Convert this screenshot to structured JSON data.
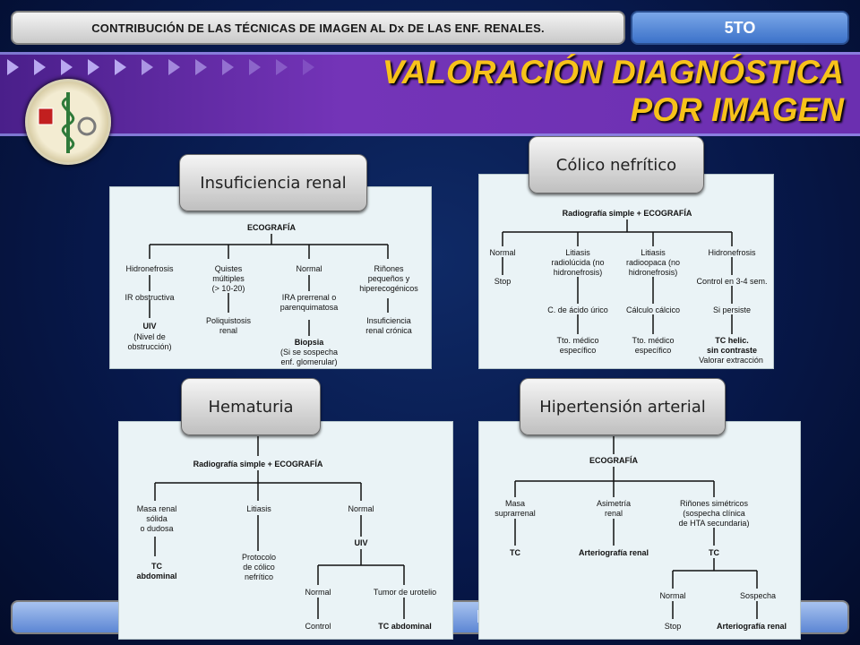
{
  "header": {
    "title": "CONTRIBUCIÓN DE LAS TÉCNICAS DE IMAGEN AL Dx DE LAS ENF. RENALES.",
    "grade": "5TO"
  },
  "banner": {
    "title_line1": "VALORACIÓN DIAGNÓSTICA",
    "title_line2": "POR IMAGEN"
  },
  "footer": {
    "partial": "N"
  },
  "colors": {
    "title": "#f7c21a",
    "banner": "#6b2fb0",
    "panel": "#eaf3f6"
  },
  "panels": {
    "insuficiencia": {
      "label": "Insuficiencia renal",
      "root": "ECOGRAFÍA",
      "n1": "Hidronefrosis",
      "n2": "Quistes\nmúltiples\n(> 10-20)",
      "n3": "Normal",
      "n4": "Riñones\npequeños y\nhiperecogénicos",
      "n5": "IR obstructiva",
      "n6": "Poliquistosis\nrenal",
      "n7": "IRA prerrenal o\nparenquimatosa",
      "n8": "Insuficiencia\nrenal crónica",
      "n9": "UIV",
      "n9b": "(Nivel de\nobstrucción)",
      "n10": "Biopsia",
      "n10b": "(Si se sospecha\nenf. glomerular)"
    },
    "colico": {
      "label": "Cólico nefrítico",
      "root": "Radiografía simple + ECOGRAFÍA",
      "n1": "Normal",
      "n2": "Litiasis\nradiolúcida (no\nhidronefrosis)",
      "n3": "Litiasis\nradioopaca (no\nhidronefrosis)",
      "n4": "Hidronefrosis",
      "n5": "Stop",
      "n6": "C. de ácido úrico",
      "n7": "Cálculo cálcico",
      "n8": "Control en 3-4 sem.",
      "n9": "Si persiste",
      "n10": "Tto. médico\nespecífico",
      "n11": "Tto. médico\nespecífico",
      "n12": "TC helic.\nsin contraste",
      "n12b": "Valorar extracción"
    },
    "hematuria": {
      "label": "Hematuria",
      "root": "Radiografía simple + ECOGRAFÍA",
      "n1": "Masa renal\nsólida\no dudosa",
      "n2": "Litiasis",
      "n3": "Normal",
      "n4": "TC\nabdominal",
      "n5": "Protocolo\nde cólico\nnefrítico",
      "n6": "UIV",
      "n7": "Normal",
      "n8": "Tumor de urotelio",
      "n9": "Control",
      "n10": "TC abdominal"
    },
    "hipertension": {
      "label": "Hipertensión arterial",
      "root": "ECOGRAFÍA",
      "n1": "Masa\nsuprarrenal",
      "n2": "Asimetría\nrenal",
      "n3": "Riñones simétricos\n(sospecha clínica\nde HTA secundaria)",
      "n4": "TC",
      "n5": "Arteriografía renal",
      "n6": "TC",
      "n7": "Normal",
      "n8": "Sospecha",
      "n9": "Stop",
      "n10": "Arteriografía renal"
    }
  }
}
